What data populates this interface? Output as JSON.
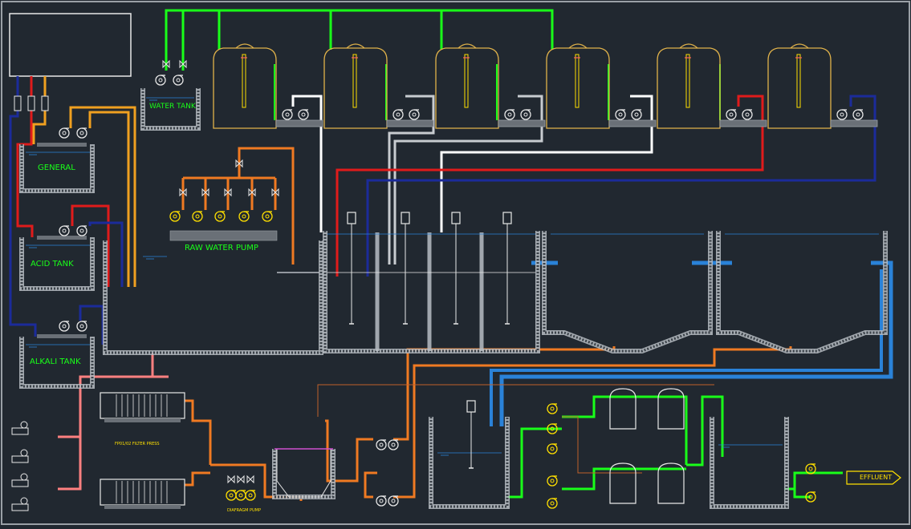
{
  "labels": {
    "water_tank": "WATER TANK",
    "general": "GENERAL",
    "acid_tank": "ACID TANK",
    "alkali_tank": "ALKALI TANK",
    "raw_water_pump": "RAW WATER PUMP",
    "filter_press": "FP01/02 FILTER PRESS",
    "diaphragm_pump": "DIAFRAGM PUMP",
    "effluent": "EFFLUENT"
  },
  "colors": {
    "background": "#212830",
    "wall": "#b8bec4",
    "green": "#19ff19",
    "white": "#ffffff",
    "red": "#e01b1b",
    "navy": "#1b2b9a",
    "orange": "#f07a22",
    "amber": "#f0a020",
    "blue": "#2a82d8",
    "pink": "#ff8080",
    "yellow": "#ffe000",
    "tank": "#e0b24a"
  },
  "icons": {
    "pump": "pump-icon",
    "valve": "valve-icon",
    "agitator": "agitator-icon",
    "arrow": "arrow-right-icon"
  }
}
